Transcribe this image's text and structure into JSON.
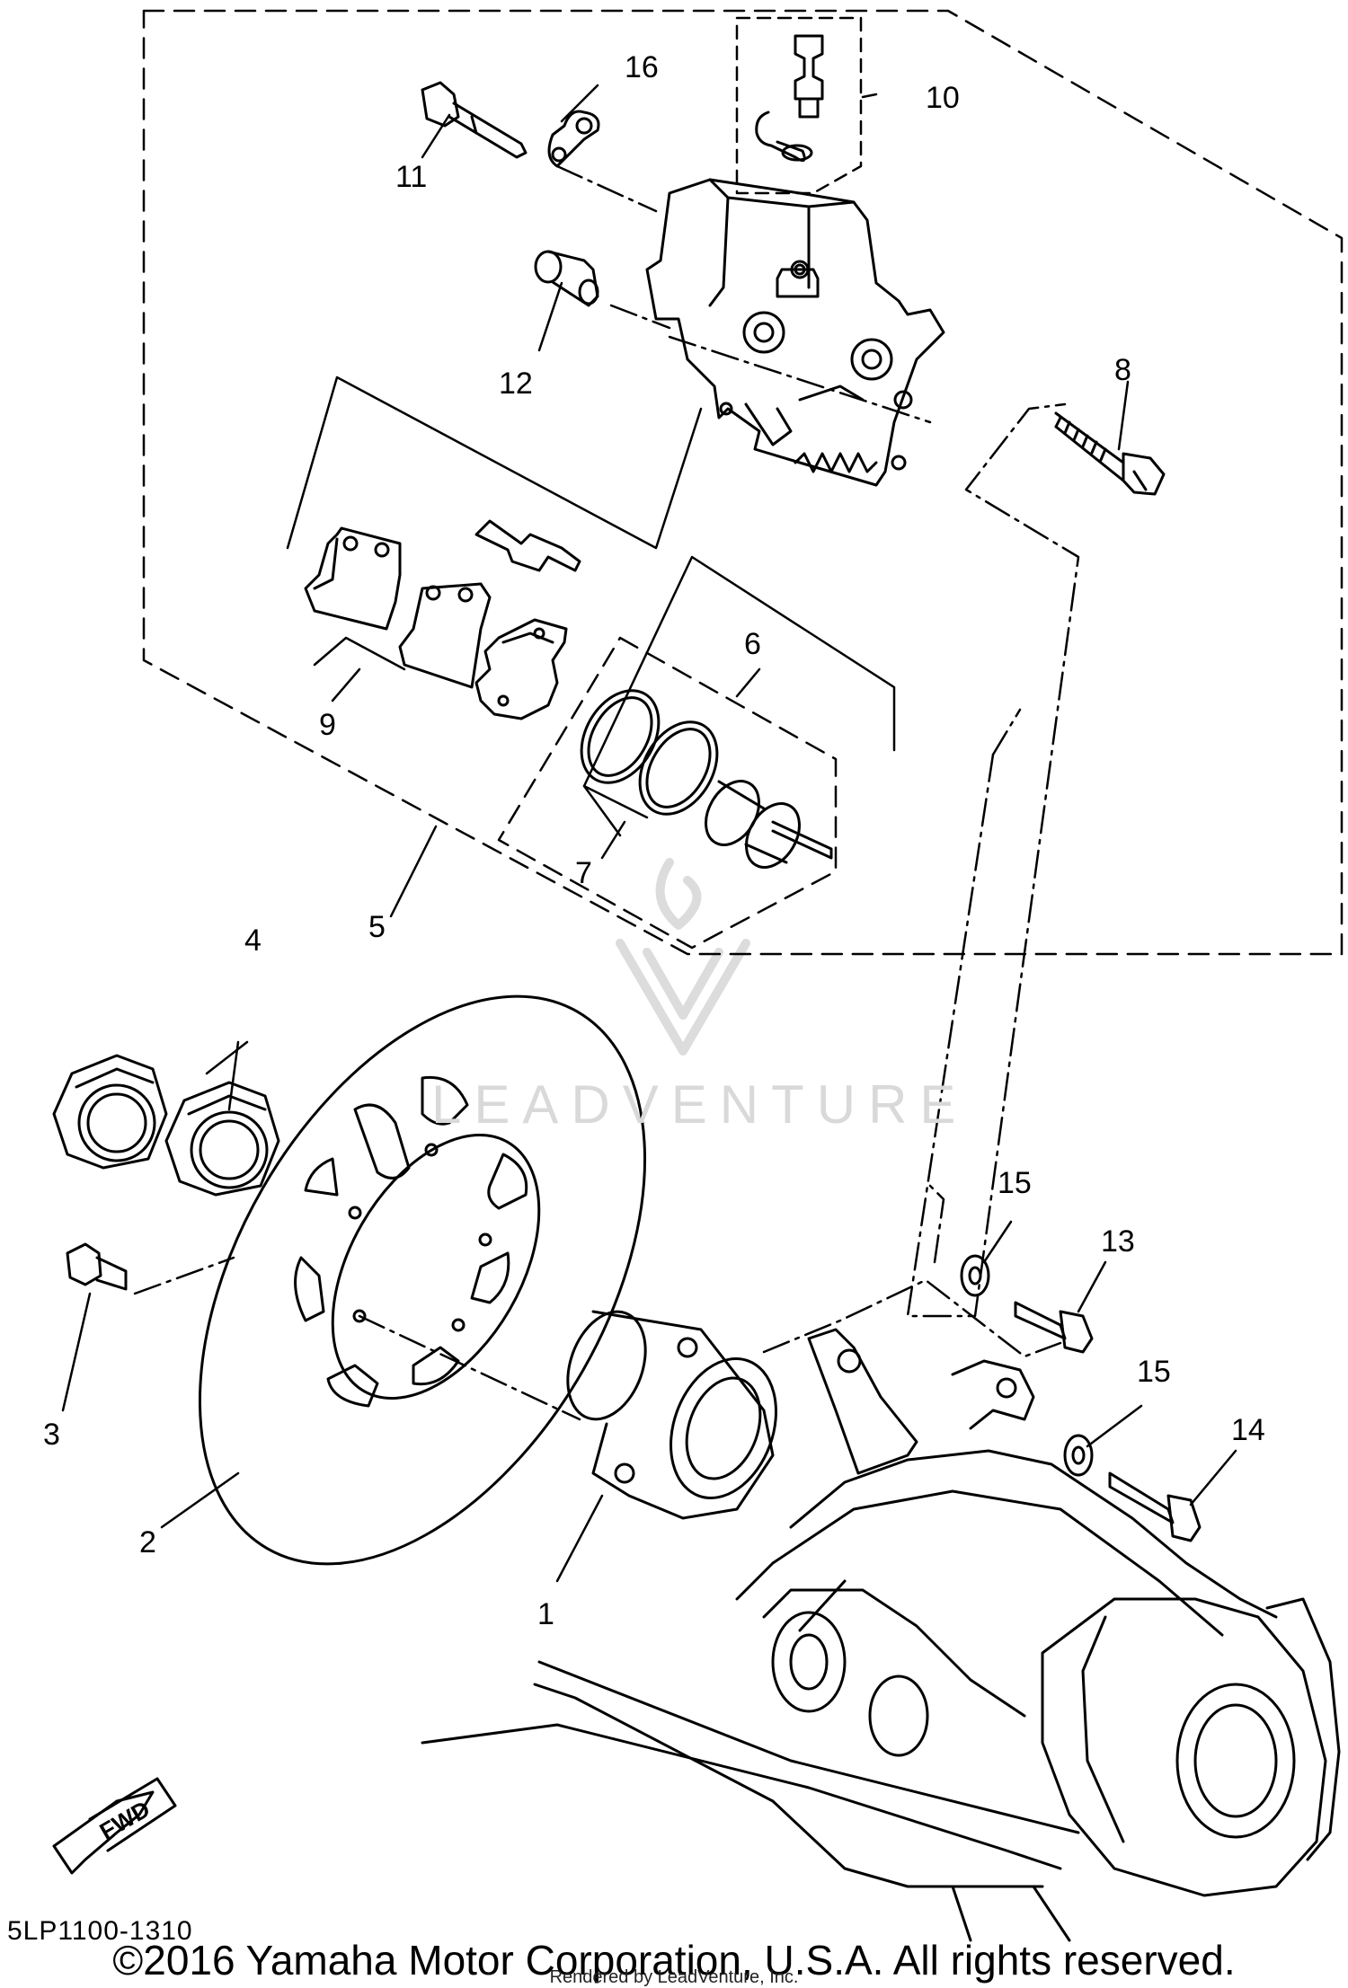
{
  "callouts": {
    "p1": "1",
    "p2": "2",
    "p3": "3",
    "p4": "4",
    "p5": "5",
    "p6": "6",
    "p7": "7",
    "p8": "8",
    "p9": "9",
    "p10": "10",
    "p11": "11",
    "p12": "12",
    "p13": "13",
    "p14": "14",
    "p15a": "15",
    "p15b": "15",
    "p16": "16"
  },
  "direction_label": "FWD",
  "diagram_code": "5LP1100-1310",
  "copyright": "©2016 Yamaha Motor Corporation, U.S.A. All rights reserved.",
  "rendered_by": "Rendered by LeadVenture, Inc.",
  "watermark": "LEADVENTURE"
}
